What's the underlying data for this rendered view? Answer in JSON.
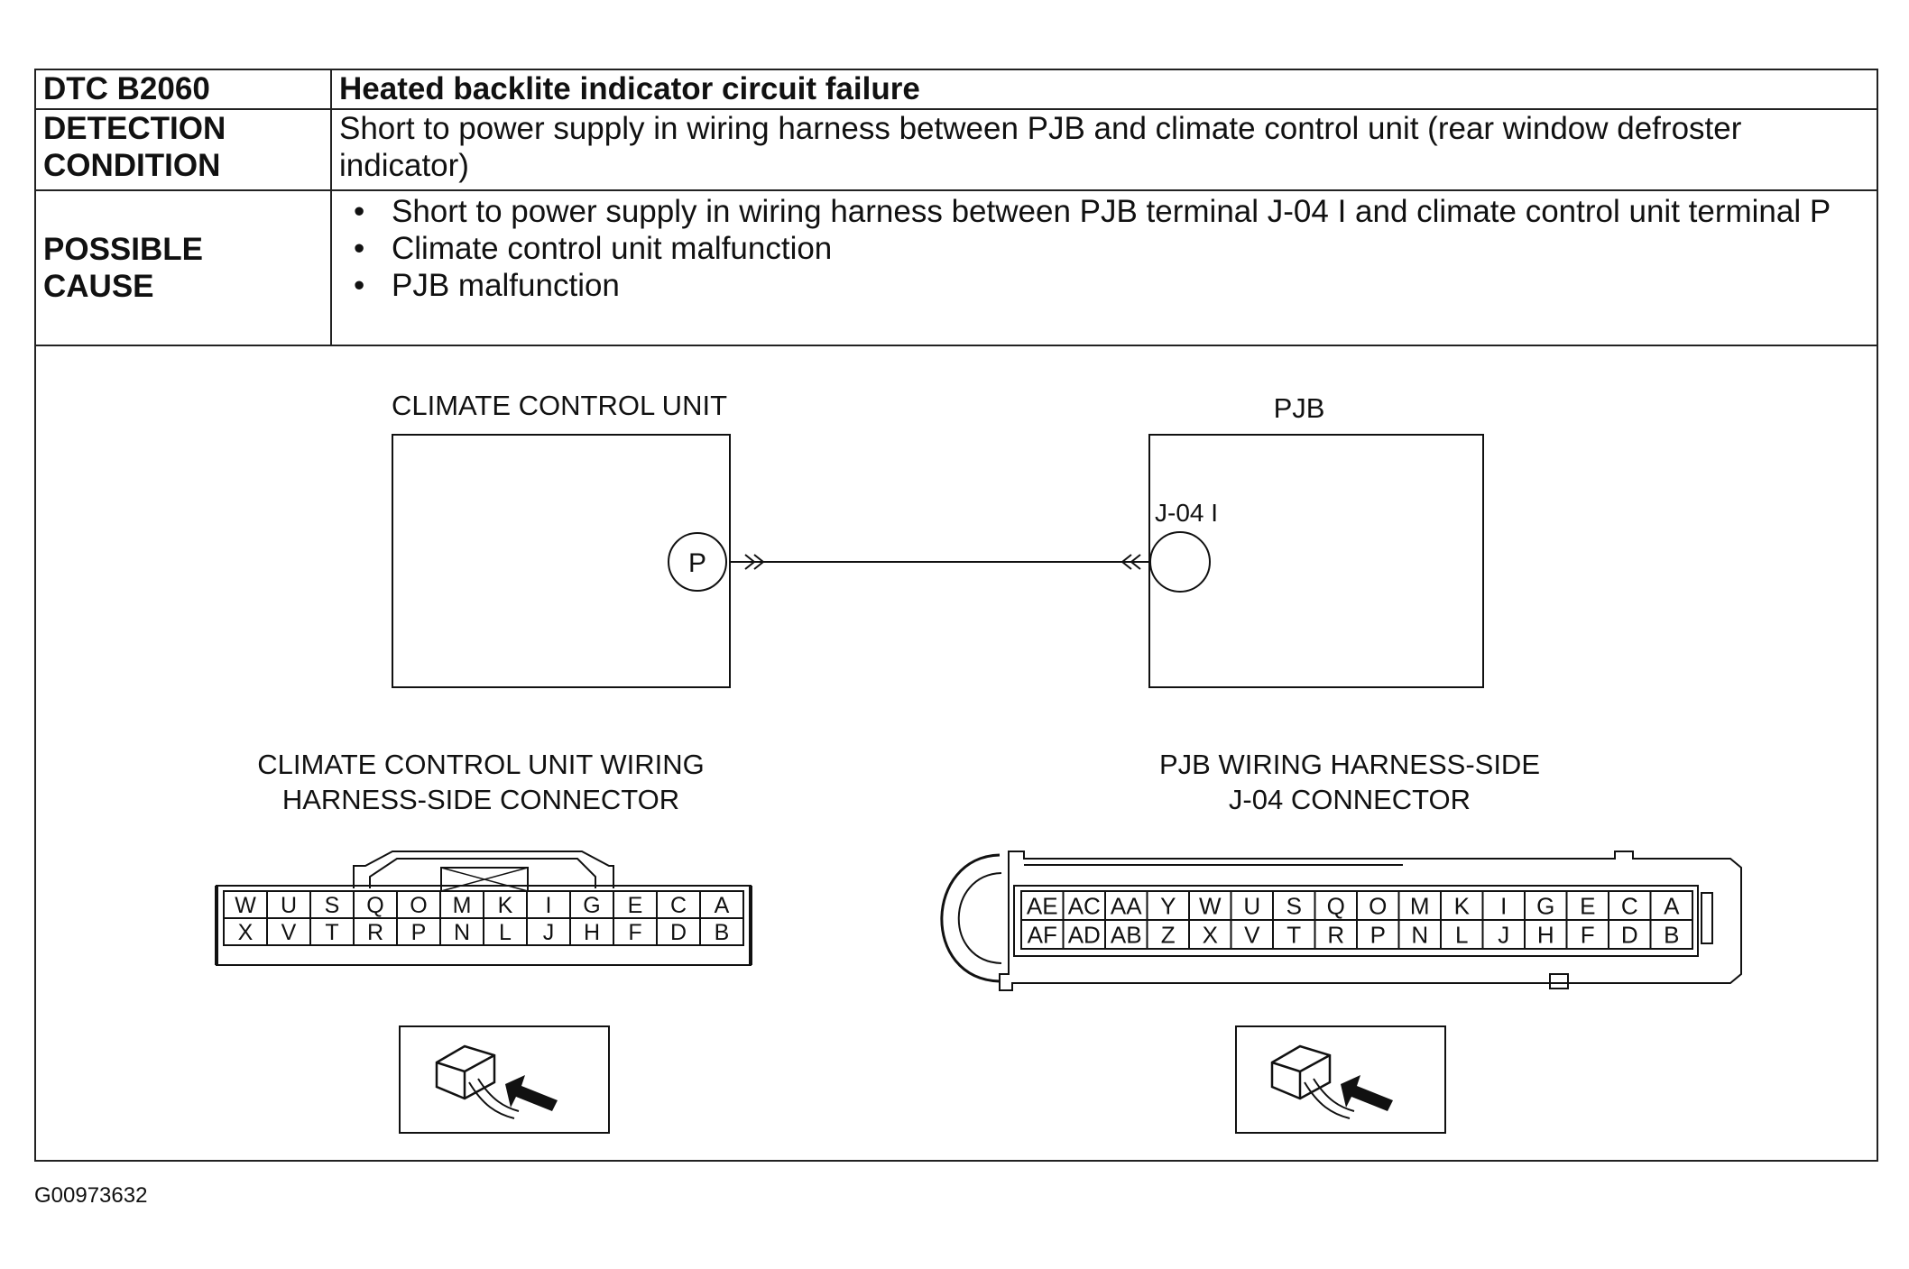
{
  "dtc_table": {
    "title_label": "DTC B2060",
    "title_value": "Heated backlite indicator circuit failure",
    "detection_label_1": "DETECTION",
    "detection_label_2": "CONDITION",
    "detection_value": "Short to power supply in wiring harness between PJB and climate control unit (rear window defroster indicator)",
    "cause_label_1": "POSSIBLE",
    "cause_label_2": "CAUSE",
    "causes": [
      "Short to power supply in wiring harness between PJB terminal J-04 I and climate control unit terminal P",
      "Climate control unit malfunction",
      "PJB malfunction"
    ]
  },
  "diagram": {
    "ccu_title": "CLIMATE CONTROL UNIT",
    "ccu_terminal": "P",
    "pjb_title": "PJB",
    "pjb_terminal": "J-04 I",
    "ccu_connector_title_1": "CLIMATE CONTROL UNIT WIRING",
    "ccu_connector_title_2": "HARNESS-SIDE CONNECTOR",
    "ccu_pins_top": [
      "W",
      "U",
      "S",
      "Q",
      "O",
      "M",
      "K",
      "I",
      "G",
      "E",
      "C",
      "A"
    ],
    "ccu_pins_bottom": [
      "X",
      "V",
      "T",
      "R",
      "P",
      "N",
      "L",
      "J",
      "H",
      "F",
      "D",
      "B"
    ],
    "pjb_connector_title_1": "PJB WIRING HARNESS-SIDE",
    "pjb_connector_title_2": "J-04 CONNECTOR",
    "pjb_pins_top": [
      "AE",
      "AC",
      "AA",
      "Y",
      "W",
      "U",
      "S",
      "Q",
      "O",
      "M",
      "K",
      "I",
      "G",
      "E",
      "C",
      "A"
    ],
    "pjb_pins_bottom": [
      "AF",
      "AD",
      "AB",
      "Z",
      "X",
      "V",
      "T",
      "R",
      "P",
      "N",
      "L",
      "J",
      "H",
      "F",
      "D",
      "B"
    ]
  },
  "figure_code": "G00973632",
  "colors": {
    "ink": "#111111",
    "background": "#ffffff"
  }
}
